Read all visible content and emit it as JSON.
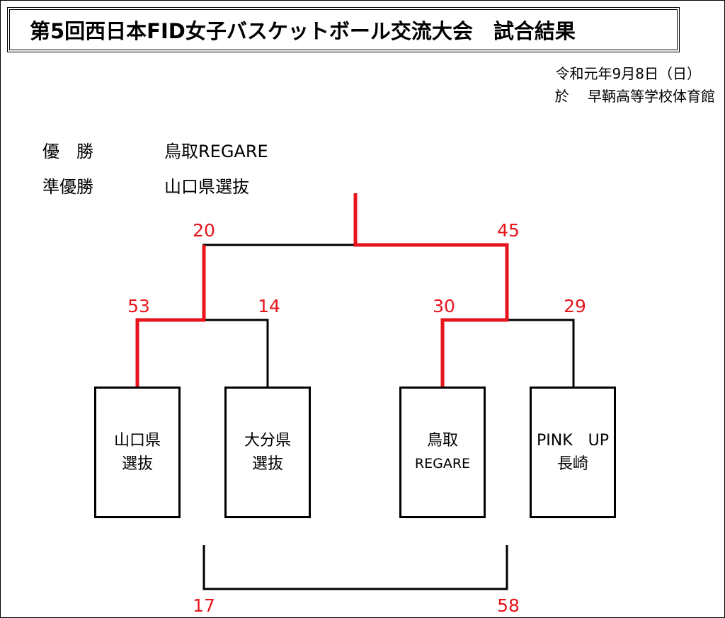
{
  "title": "第5回西日本FID女子バスケットボール交流大会　試合結果",
  "date": "令和元年9月8日（日）",
  "venue": "於　 早鞆高等学校体育館",
  "results": {
    "champion_label": "優　勝",
    "champion": "鳥取REGARE",
    "runner_up_label": "準優勝",
    "runner_up": "山口県選抜"
  },
  "teams": [
    {
      "line1": "山口県",
      "line2": "選抜"
    },
    {
      "line1": "大分県",
      "line2": "選抜"
    },
    {
      "line1": "鳥取",
      "line2": "REGARE"
    },
    {
      "line1": "PINK　UP",
      "line2": "長崎"
    }
  ],
  "scores": {
    "semi1_left": "53",
    "semi1_right": "14",
    "semi2_left": "30",
    "semi2_right": "29",
    "final_left": "20",
    "final_right": "45",
    "third_left": "17",
    "third_right": "58"
  },
  "colors": {
    "winner_line": "#e8141b",
    "line": "#000000",
    "score": "#e8141b"
  }
}
